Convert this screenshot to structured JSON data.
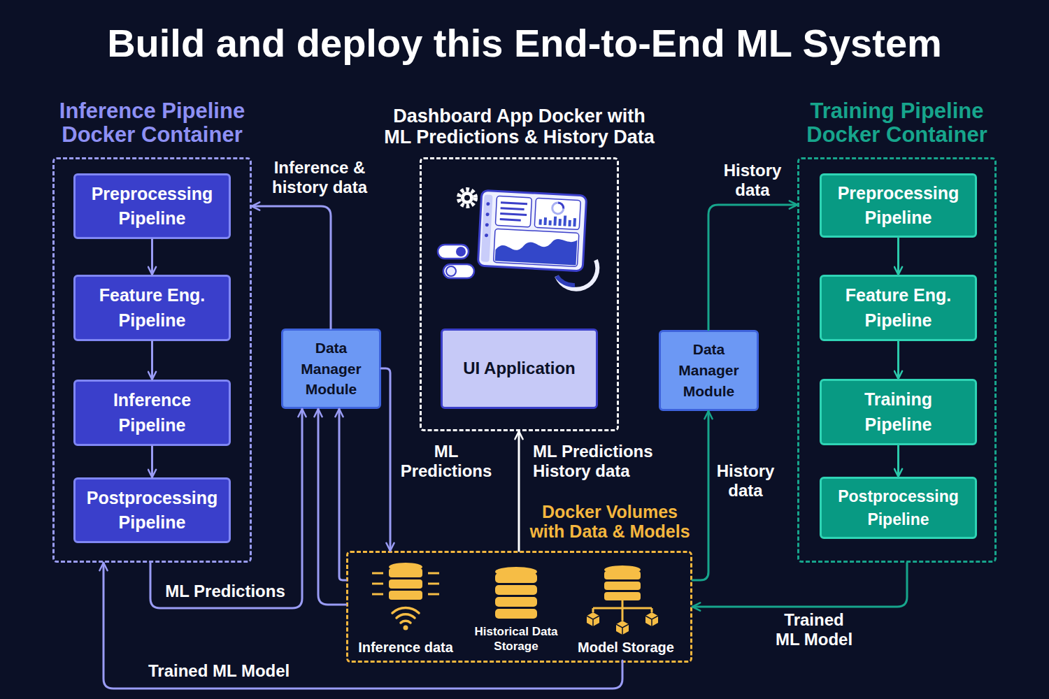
{
  "diagram": {
    "title": "Build and deploy this End-to-End ML System",
    "nodes": [
      {
        "text": [
          "Inference Pipeline Docker Container"
        ]
      },
      {
        "text": [
          "Preprocessing Pipeline"
        ],
        "in": 0
      },
      {
        "text": [
          "Feature Eng. Pipeline"
        ],
        "in": 0
      },
      {
        "text": [
          "Inference Pipeline"
        ],
        "in": 0
      },
      {
        "text": [
          "Postprocessing Pipeline"
        ],
        "in": 0
      },
      {
        "text": [
          "Dashboard App Docker with ML Predictions & History Data"
        ]
      },
      {
        "text": [
          "UI Application"
        ],
        "in": 5
      },
      {
        "text": [
          "Training Pipeline Docker Container"
        ]
      },
      {
        "text": [
          "Preprocessing Pipeline"
        ],
        "in": 7
      },
      {
        "text": [
          "Feature Eng. Pipeline"
        ],
        "in": 7
      },
      {
        "text": [
          "Training Pipeline"
        ],
        "in": 7
      },
      {
        "text": [
          "Postprocessing Pipeline"
        ],
        "in": 7
      },
      {
        "text": [
          "Data Manager Module"
        ]
      },
      {
        "text": [
          "Data Manager Module"
        ]
      },
      {
        "text": [
          "Docker Volumes with Data & Models"
        ]
      },
      {
        "text": [
          "Inference data"
        ],
        "in": 14
      },
      {
        "text": [
          "Historical Data Storage"
        ],
        "in": 14
      },
      {
        "text": [
          "Model Storage"
        ],
        "in": 14
      }
    ],
    "edges": [
      {
        "from": 1,
        "to": 2,
        "arrow": "to"
      },
      {
        "from": 2,
        "to": 3,
        "arrow": "to"
      },
      {
        "from": 3,
        "to": 4,
        "arrow": "to"
      },
      {
        "from": 8,
        "to": 9,
        "arrow": "to"
      },
      {
        "from": 9,
        "to": 10,
        "arrow": "to"
      },
      {
        "from": 10,
        "to": 11,
        "arrow": "to"
      },
      {
        "from": 12,
        "to": 0,
        "label": "Inference & history data",
        "arrow": "to"
      },
      {
        "from": 0,
        "to": 12,
        "label": "ML Predictions",
        "arrow": "to"
      },
      {
        "from": 14,
        "to": 12,
        "arrow": "to"
      },
      {
        "from": 14,
        "to": 12,
        "arrow": "to"
      },
      {
        "from": 12,
        "to": 14,
        "label": "ML Predictions",
        "arrow": "to"
      },
      {
        "from": 14,
        "to": 5,
        "label": "ML Predictions History data",
        "arrow": "to"
      },
      {
        "from": 14,
        "to": 13,
        "label": "History data",
        "arrow": "to"
      },
      {
        "from": 13,
        "to": 7,
        "label": "History data",
        "arrow": "to"
      },
      {
        "from": 7,
        "to": 14,
        "label": "Trained ML Model",
        "arrow": "to"
      },
      {
        "from": 17,
        "to": 0,
        "label": "Trained ML Model",
        "arrow": "to"
      }
    ]
  }
}
